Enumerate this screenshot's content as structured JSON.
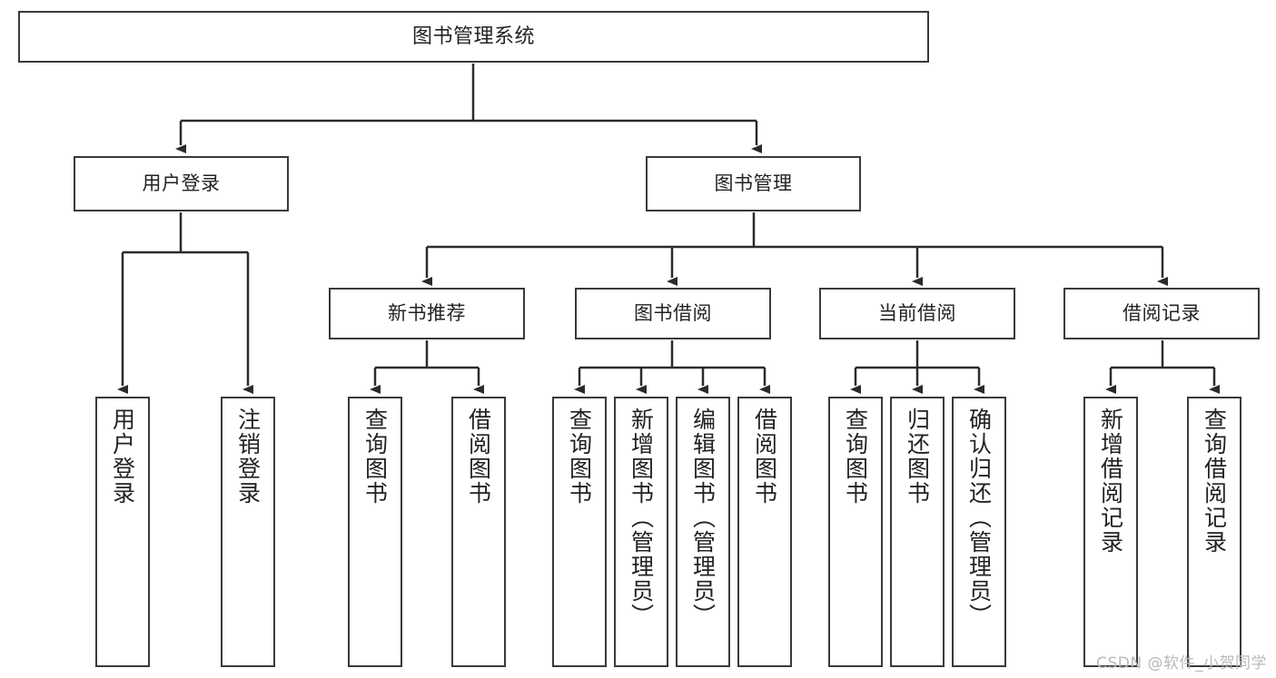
{
  "diagram": {
    "title": "图书管理系统",
    "watermark": "CSDN @软件_小贺同学",
    "colors": {
      "box_border": "#3a3a3a",
      "box_fill": "#ffffff",
      "edge": "#2b2b2b",
      "text": "#222222",
      "watermark": "#b9b9b9"
    },
    "root": {
      "id": "root",
      "label": "图书管理系统"
    },
    "level2": [
      {
        "id": "user-login",
        "label": "用户登录"
      },
      {
        "id": "book-manage",
        "label": "图书管理"
      }
    ],
    "level3": [
      {
        "id": "new-book-recommend",
        "label": "新书推荐"
      },
      {
        "id": "book-borrow",
        "label": "图书借阅"
      },
      {
        "id": "current-borrow",
        "label": "当前借阅"
      },
      {
        "id": "borrow-record",
        "label": "借阅记录"
      }
    ],
    "leaves": {
      "user_login": [
        {
          "id": "leaf-user-login",
          "label": "用户登录"
        },
        {
          "id": "leaf-logout",
          "label": "注销登录"
        }
      ],
      "new_book_recommend": [
        {
          "id": "leaf-query-book-1",
          "label": "查询图书"
        },
        {
          "id": "leaf-borrow-book-1",
          "label": "借阅图书"
        }
      ],
      "book_borrow": [
        {
          "id": "leaf-query-book-2",
          "label": "查询图书"
        },
        {
          "id": "leaf-add-book",
          "label": "新增图书（管理员）"
        },
        {
          "id": "leaf-edit-book",
          "label": "编辑图书（管理员）"
        },
        {
          "id": "leaf-borrow-book-2",
          "label": "借阅图书"
        }
      ],
      "current_borrow": [
        {
          "id": "leaf-query-book-3",
          "label": "查询图书"
        },
        {
          "id": "leaf-return-book",
          "label": "归还图书"
        },
        {
          "id": "leaf-confirm-return",
          "label": "确认归还（管理员）"
        }
      ],
      "borrow_record": [
        {
          "id": "leaf-add-record",
          "label": "新增借阅记录"
        },
        {
          "id": "leaf-query-record",
          "label": "查询借阅记录"
        }
      ]
    }
  }
}
